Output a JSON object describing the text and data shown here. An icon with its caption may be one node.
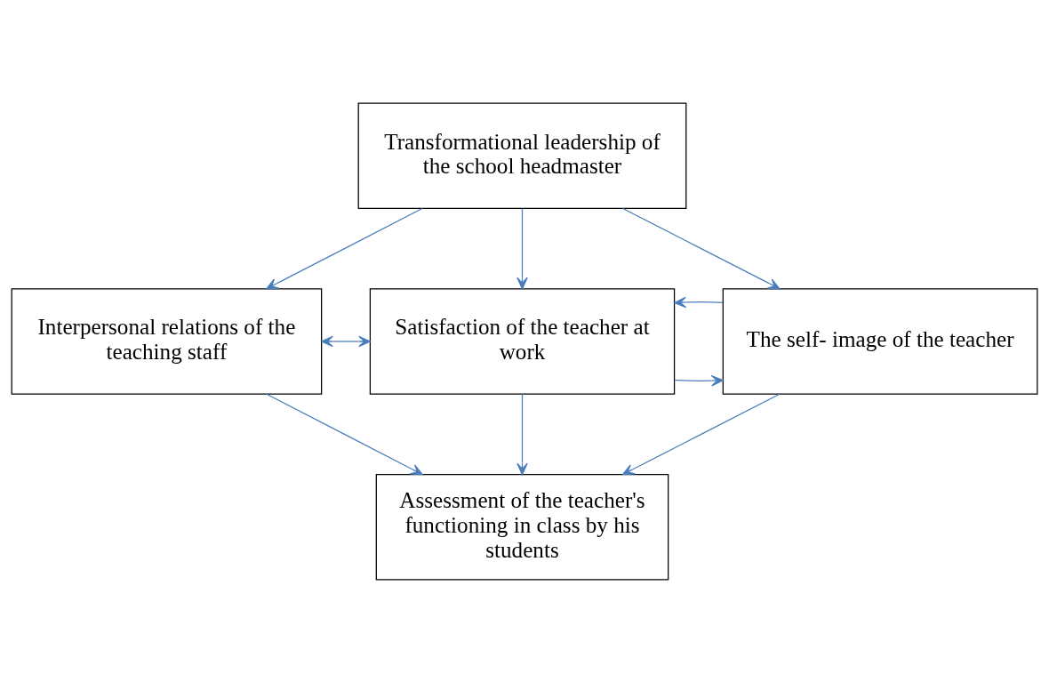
{
  "diagram": {
    "nodes": [
      {
        "text": [
          "Transformational leadership of the school headmaster"
        ]
      },
      {
        "text": [
          "Interpersonal relations of the teaching staff"
        ]
      },
      {
        "text": [
          "Satisfaction of the teacher at work"
        ]
      },
      {
        "text": [
          "The self- image of the teacher"
        ]
      },
      {
        "text": [
          "Assessment of the teacher's functioning in class by his students"
        ]
      }
    ],
    "edges": [
      {
        "from": 0,
        "to": 1,
        "arrow": "to"
      },
      {
        "from": 0,
        "to": 2,
        "arrow": "to"
      },
      {
        "from": 0,
        "to": 3,
        "arrow": "to"
      },
      {
        "from": 1,
        "to": 2,
        "arrow": "both"
      },
      {
        "from": 2,
        "to": 3,
        "arrow": "to"
      },
      {
        "from": 3,
        "to": 2,
        "arrow": "to"
      },
      {
        "from": 1,
        "to": 4,
        "arrow": "to"
      },
      {
        "from": 2,
        "to": 4,
        "arrow": "to"
      },
      {
        "from": 3,
        "to": 4,
        "arrow": "to"
      }
    ]
  }
}
